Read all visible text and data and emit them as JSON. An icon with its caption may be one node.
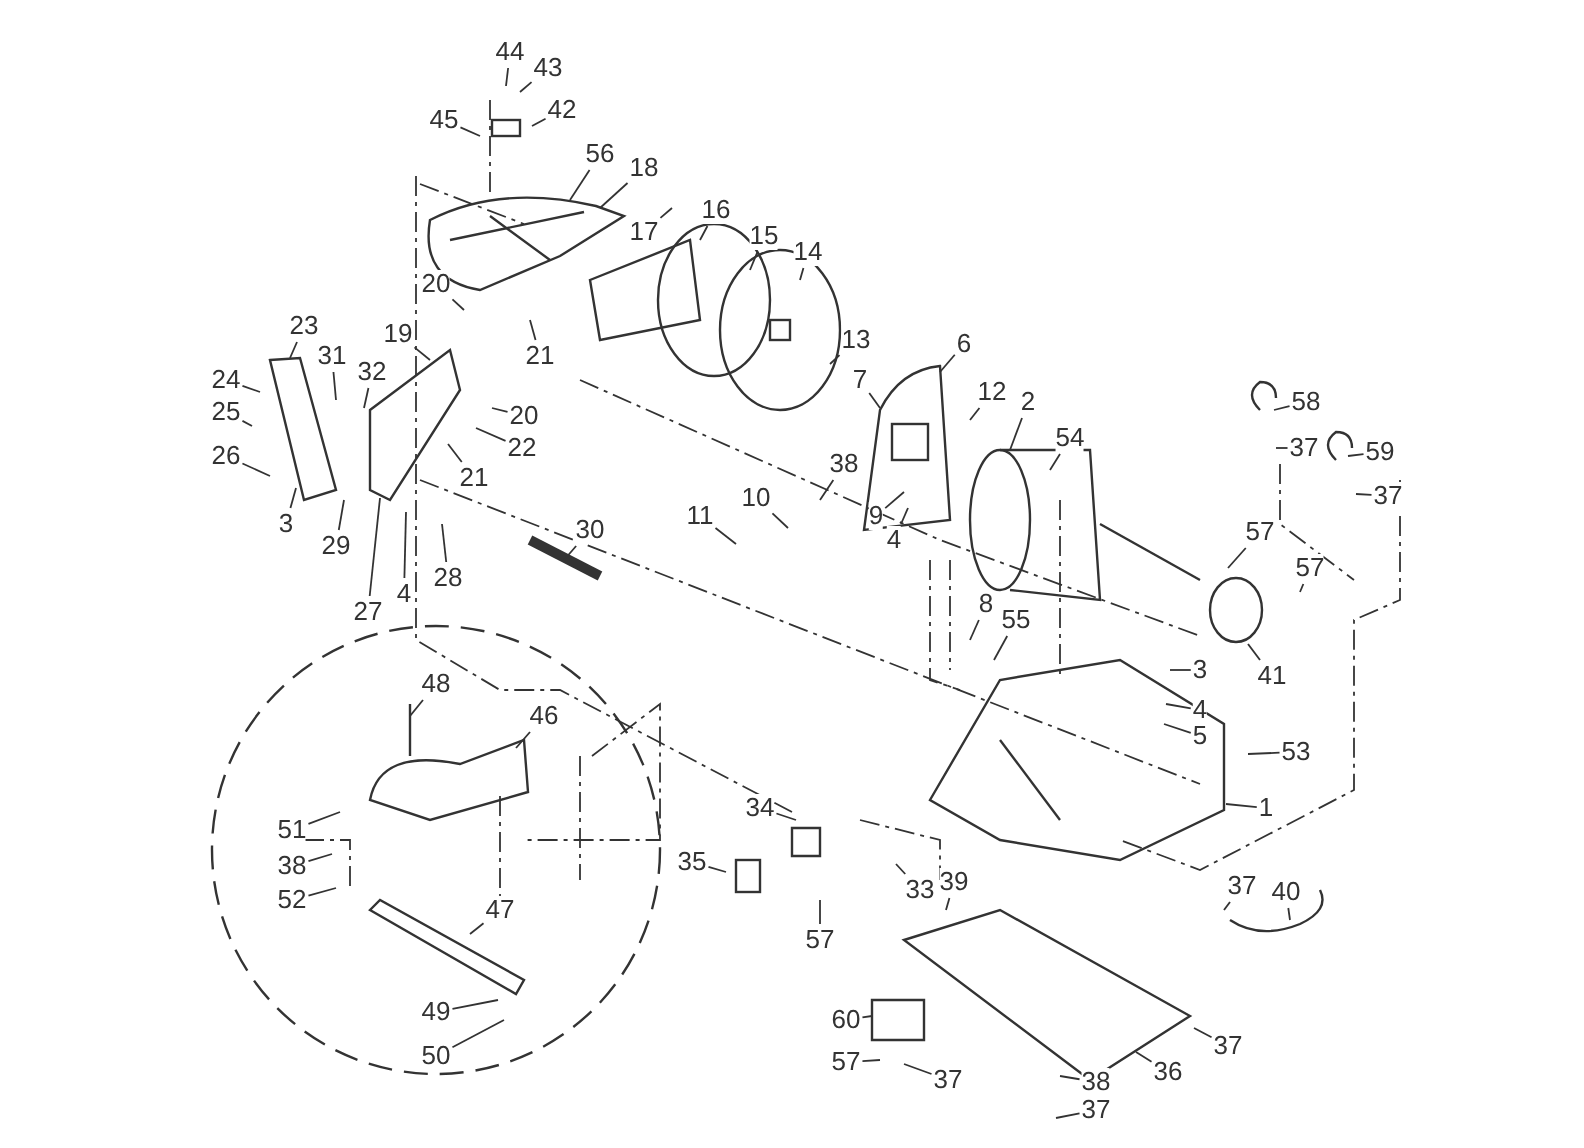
{
  "diagram": {
    "nodes": [
      {
        "text": [
          "44"
        ]
      },
      {
        "text": [
          "43"
        ]
      },
      {
        "text": [
          "42"
        ]
      },
      {
        "text": [
          "45"
        ]
      },
      {
        "text": [
          "56"
        ]
      },
      {
        "text": [
          "18"
        ]
      },
      {
        "text": [
          "17"
        ]
      },
      {
        "text": [
          "16"
        ]
      },
      {
        "text": [
          "15"
        ]
      },
      {
        "text": [
          "14"
        ]
      },
      {
        "text": [
          "20"
        ]
      },
      {
        "text": [
          "21"
        ]
      },
      {
        "text": [
          "13"
        ]
      },
      {
        "text": [
          "19"
        ]
      },
      {
        "text": [
          "23"
        ]
      },
      {
        "text": [
          "31"
        ]
      },
      {
        "text": [
          "6"
        ]
      },
      {
        "text": [
          "32"
        ]
      },
      {
        "text": [
          "7"
        ]
      },
      {
        "text": [
          "24"
        ]
      },
      {
        "text": [
          "12"
        ]
      },
      {
        "text": [
          "2"
        ]
      },
      {
        "text": [
          "25"
        ]
      },
      {
        "text": [
          "20"
        ]
      },
      {
        "text": [
          "54"
        ]
      },
      {
        "text": [
          "22"
        ]
      },
      {
        "text": [
          "58"
        ]
      },
      {
        "text": [
          "26"
        ]
      },
      {
        "text": [
          "37"
        ]
      },
      {
        "text": [
          "59"
        ]
      },
      {
        "text": [
          "38"
        ]
      },
      {
        "text": [
          "21"
        ]
      },
      {
        "text": [
          "10"
        ]
      },
      {
        "text": [
          "37"
        ]
      },
      {
        "text": [
          "11"
        ]
      },
      {
        "text": [
          "9"
        ]
      },
      {
        "text": [
          "3"
        ]
      },
      {
        "text": [
          "30"
        ]
      },
      {
        "text": [
          "4"
        ]
      },
      {
        "text": [
          "29"
        ]
      },
      {
        "text": [
          "57"
        ]
      },
      {
        "text": [
          "28"
        ]
      },
      {
        "text": [
          "57"
        ]
      },
      {
        "text": [
          "4"
        ]
      },
      {
        "text": [
          "27"
        ]
      },
      {
        "text": [
          "8"
        ]
      },
      {
        "text": [
          "55"
        ]
      },
      {
        "text": [
          "3"
        ]
      },
      {
        "text": [
          "41"
        ]
      },
      {
        "text": [
          "48"
        ]
      },
      {
        "text": [
          "4"
        ]
      },
      {
        "text": [
          "5"
        ]
      },
      {
        "text": [
          "46"
        ]
      },
      {
        "text": [
          "53"
        ]
      },
      {
        "text": [
          "1"
        ]
      },
      {
        "text": [
          "34"
        ]
      },
      {
        "text": [
          "51"
        ]
      },
      {
        "text": [
          "35"
        ]
      },
      {
        "text": [
          "38"
        ]
      },
      {
        "text": [
          "39"
        ]
      },
      {
        "text": [
          "37"
        ]
      },
      {
        "text": [
          "40"
        ]
      },
      {
        "text": [
          "33"
        ]
      },
      {
        "text": [
          "52"
        ]
      },
      {
        "text": [
          "47"
        ]
      },
      {
        "text": [
          "57"
        ]
      },
      {
        "text": [
          "49"
        ]
      },
      {
        "text": [
          "60"
        ]
      },
      {
        "text": [
          "37"
        ]
      },
      {
        "text": [
          "36"
        ]
      },
      {
        "text": [
          "50"
        ]
      },
      {
        "text": [
          "57"
        ]
      },
      {
        "text": [
          "37"
        ]
      },
      {
        "text": [
          "38"
        ]
      },
      {
        "text": [
          "37"
        ]
      }
    ],
    "edges": [
      {
        "from": 0,
        "to": null,
        "arrow": "none"
      },
      {
        "from": 1,
        "to": null,
        "arrow": "none"
      },
      {
        "from": 2,
        "to": null,
        "arrow": "none"
      },
      {
        "from": 3,
        "to": null,
        "arrow": "none"
      },
      {
        "from": 4,
        "to": null,
        "arrow": "none"
      },
      {
        "from": 5,
        "to": null,
        "arrow": "none"
      },
      {
        "from": 6,
        "to": null,
        "arrow": "none"
      },
      {
        "from": 7,
        "to": null,
        "arrow": "none"
      },
      {
        "from": 8,
        "to": null,
        "arrow": "none"
      },
      {
        "from": 9,
        "to": null,
        "arrow": "none"
      },
      {
        "from": 10,
        "to": null,
        "arrow": "none"
      },
      {
        "from": 11,
        "to": null,
        "arrow": "none"
      },
      {
        "from": 12,
        "to": null,
        "arrow": "none"
      },
      {
        "from": 13,
        "to": null,
        "arrow": "none"
      },
      {
        "from": 14,
        "to": null,
        "arrow": "none"
      },
      {
        "from": 15,
        "to": null,
        "arrow": "none"
      },
      {
        "from": 16,
        "to": null,
        "arrow": "none"
      },
      {
        "from": 17,
        "to": null,
        "arrow": "none"
      },
      {
        "from": 18,
        "to": null,
        "arrow": "none"
      },
      {
        "from": 19,
        "to": null,
        "arrow": "none"
      },
      {
        "from": 20,
        "to": null,
        "arrow": "none"
      },
      {
        "from": 21,
        "to": null,
        "arrow": "none"
      },
      {
        "from": 22,
        "to": null,
        "arrow": "none"
      },
      {
        "from": 23,
        "to": null,
        "arrow": "none"
      },
      {
        "from": 24,
        "to": null,
        "arrow": "none"
      },
      {
        "from": 25,
        "to": null,
        "arrow": "none"
      },
      {
        "from": 26,
        "to": null,
        "arrow": "none"
      },
      {
        "from": 27,
        "to": null,
        "arrow": "none"
      },
      {
        "from": 28,
        "to": null,
        "arrow": "none"
      },
      {
        "from": 29,
        "to": null,
        "arrow": "none"
      },
      {
        "from": 30,
        "to": null,
        "arrow": "none"
      },
      {
        "from": 31,
        "to": null,
        "arrow": "none"
      },
      {
        "from": 32,
        "to": null,
        "arrow": "none"
      },
      {
        "from": 33,
        "to": null,
        "arrow": "none"
      },
      {
        "from": 34,
        "to": null,
        "arrow": "none"
      },
      {
        "from": 35,
        "to": null,
        "arrow": "none"
      },
      {
        "from": 36,
        "to": null,
        "arrow": "none"
      },
      {
        "from": 37,
        "to": null,
        "arrow": "none"
      },
      {
        "from": 38,
        "to": null,
        "arrow": "none"
      },
      {
        "from": 39,
        "to": null,
        "arrow": "none"
      },
      {
        "from": 40,
        "to": null,
        "arrow": "none"
      },
      {
        "from": 41,
        "to": null,
        "arrow": "none"
      },
      {
        "from": 42,
        "to": null,
        "arrow": "none"
      },
      {
        "from": 43,
        "to": null,
        "arrow": "none"
      },
      {
        "from": 44,
        "to": null,
        "arrow": "none"
      },
      {
        "from": 45,
        "to": null,
        "arrow": "none"
      },
      {
        "from": 46,
        "to": null,
        "arrow": "none"
      },
      {
        "from": 47,
        "to": null,
        "arrow": "none"
      },
      {
        "from": 48,
        "to": null,
        "arrow": "none"
      },
      {
        "from": 49,
        "to": null,
        "arrow": "none"
      },
      {
        "from": 50,
        "to": null,
        "arrow": "none"
      },
      {
        "from": 51,
        "to": null,
        "arrow": "none"
      },
      {
        "from": 52,
        "to": null,
        "arrow": "none"
      },
      {
        "from": 53,
        "to": null,
        "arrow": "none"
      },
      {
        "from": 54,
        "to": null,
        "arrow": "none"
      },
      {
        "from": 55,
        "to": null,
        "arrow": "none"
      },
      {
        "from": 56,
        "to": null,
        "arrow": "none"
      },
      {
        "from": 57,
        "to": null,
        "arrow": "none"
      },
      {
        "from": 58,
        "to": null,
        "arrow": "none"
      },
      {
        "from": 59,
        "to": null,
        "arrow": "none"
      },
      {
        "from": 60,
        "to": null,
        "arrow": "none"
      },
      {
        "from": 61,
        "to": null,
        "arrow": "none"
      },
      {
        "from": 62,
        "to": null,
        "arrow": "none"
      },
      {
        "from": 63,
        "to": null,
        "arrow": "none"
      },
      {
        "from": 64,
        "to": null,
        "arrow": "none"
      },
      {
        "from": 65,
        "to": null,
        "arrow": "none"
      },
      {
        "from": 66,
        "to": null,
        "arrow": "none"
      },
      {
        "from": 67,
        "to": null,
        "arrow": "none"
      },
      {
        "from": 68,
        "to": null,
        "arrow": "none"
      },
      {
        "from": 69,
        "to": null,
        "arrow": "none"
      },
      {
        "from": 70,
        "to": null,
        "arrow": "none"
      },
      {
        "from": 71,
        "to": null,
        "arrow": "none"
      },
      {
        "from": 72,
        "to": null,
        "arrow": "none"
      },
      {
        "from": 73,
        "to": null,
        "arrow": "none"
      },
      {
        "from": 74,
        "to": null,
        "arrow": "none"
      }
    ]
  }
}
